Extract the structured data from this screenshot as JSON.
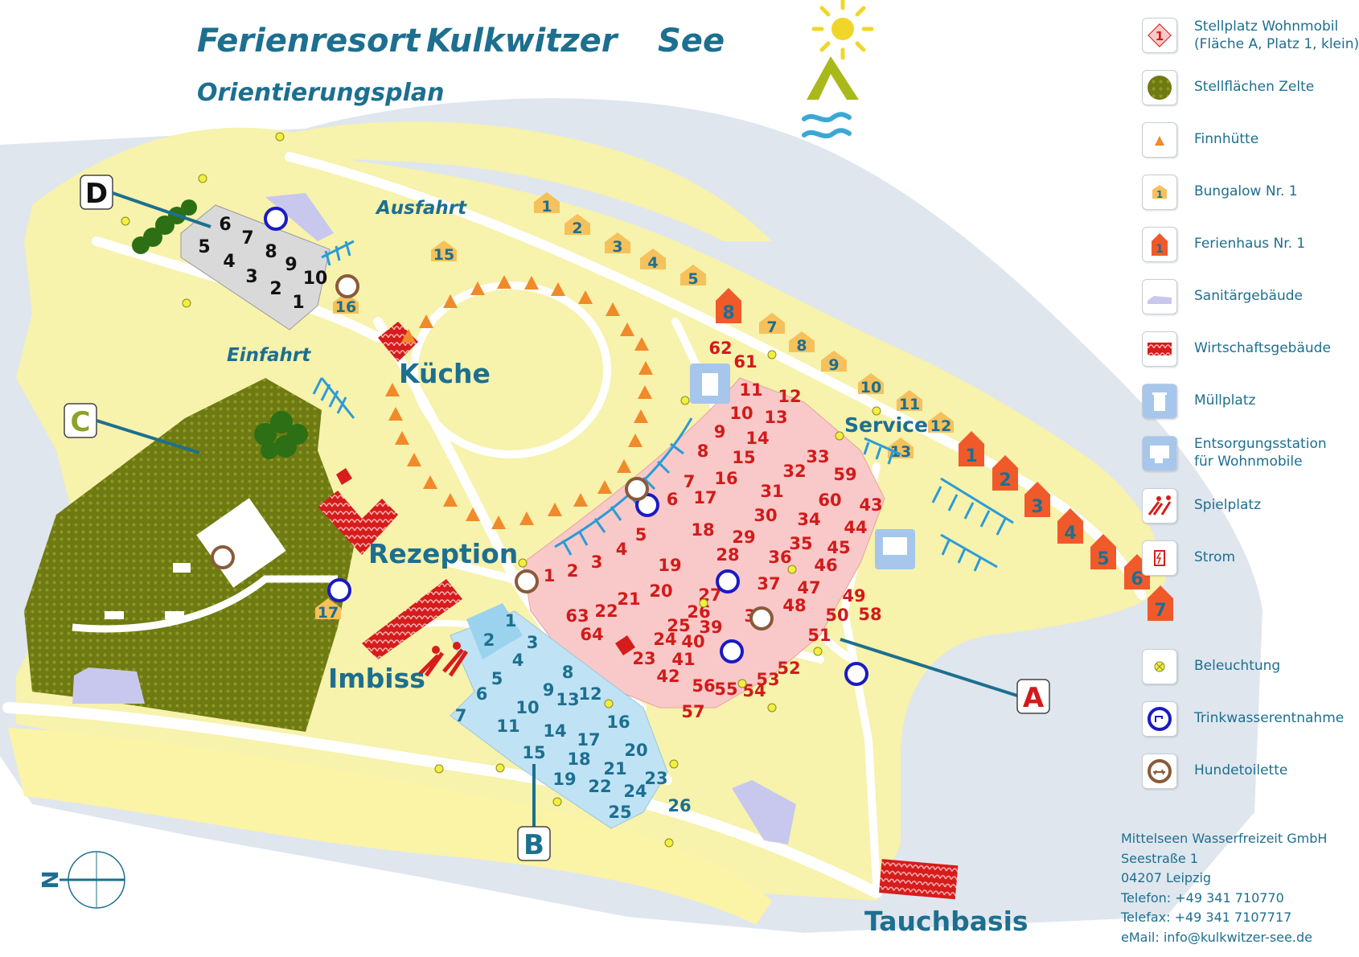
{
  "header": {
    "title_part1": "Ferienresort",
    "title_part2": "Kulkwitzer",
    "title_part3": "See",
    "subtitle": "Orientierungsplan"
  },
  "colors": {
    "water": "#dfe7ee",
    "land": "#f7f3ad",
    "path": "#ffffff",
    "tent_field": "#6f7a12",
    "pitch": "#f8c9c8",
    "bungalow_area": "#bfe3f5",
    "accent_blue": "#1d6f8f",
    "accent_red": "#d11b1b",
    "orange": "#f08a2a"
  },
  "sections": {
    "a": "A",
    "b": "B",
    "c": "C",
    "d": "D"
  },
  "map_labels": {
    "ausfahrt": "Ausfahrt",
    "einfahrt": "Einfahrt",
    "kueche": "Küche",
    "rezeption": "Rezeption",
    "imbiss": "Imbiss",
    "service": "Service",
    "tauchbasis": "Tauchbasis",
    "north": "N"
  },
  "section_d_pitches": [
    "1",
    "2",
    "3",
    "4",
    "5",
    "6",
    "7",
    "8",
    "9",
    "10"
  ],
  "area_a_pitches": [
    "1",
    "2",
    "3",
    "4",
    "5",
    "6",
    "7",
    "8",
    "9",
    "10",
    "11",
    "12",
    "13",
    "14",
    "15",
    "16",
    "17",
    "18",
    "19",
    "20",
    "21",
    "22",
    "23",
    "24",
    "25",
    "26",
    "27",
    "28",
    "29",
    "30",
    "31",
    "32",
    "33",
    "34",
    "35",
    "36",
    "37",
    "38",
    "39",
    "40",
    "41",
    "42",
    "43",
    "44",
    "45",
    "46",
    "47",
    "48",
    "49",
    "50",
    "51",
    "52",
    "53",
    "54",
    "55",
    "56",
    "57",
    "58",
    "59",
    "60",
    "61",
    "62",
    "63",
    "64"
  ],
  "area_b_pitches": [
    "1",
    "2",
    "3",
    "4",
    "5",
    "6",
    "7",
    "8",
    "9",
    "10",
    "11",
    "12",
    "13",
    "14",
    "15",
    "16",
    "17",
    "18",
    "19",
    "20",
    "21",
    "22",
    "23",
    "24",
    "25",
    "26"
  ],
  "bungalows": [
    "1",
    "2",
    "3",
    "4",
    "5",
    "7",
    "8",
    "9",
    "10",
    "11",
    "12",
    "13",
    "15",
    "16",
    "17"
  ],
  "ferienhaeuser": [
    "1",
    "2",
    "3",
    "4",
    "5",
    "6",
    "7",
    "8"
  ],
  "legend": {
    "items": [
      {
        "icon": "motorhome-pitch-icon",
        "label_line1": "Stellplatz Wohnmobil",
        "label_line2": "(Fläche A, Platz 1, klein)",
        "sample": "1"
      },
      {
        "icon": "tent-area-icon",
        "label_line1": "Stellflächen Zelte"
      },
      {
        "icon": "finnhut-icon",
        "label_line1": "Finnhütte"
      },
      {
        "icon": "bungalow-icon",
        "label_line1": "Bungalow Nr. 1",
        "sample": "1"
      },
      {
        "icon": "holiday-house-icon",
        "label_line1": "Ferienhaus Nr. 1",
        "sample": "1"
      },
      {
        "icon": "sanitary-building-icon",
        "label_line1": "Sanitärgebäude"
      },
      {
        "icon": "service-building-icon",
        "label_line1": "Wirtschaftsgebäude"
      },
      {
        "icon": "waste-bin-icon",
        "label_line1": "Müllplatz"
      },
      {
        "icon": "dump-station-icon",
        "label_line1": "Entsorgungsstation",
        "label_line2": "für Wohnmobile"
      },
      {
        "icon": "playground-icon",
        "label_line1": "Spielplatz"
      },
      {
        "icon": "power-icon",
        "label_line1": "Strom"
      },
      {
        "icon": "lighting-icon",
        "label_line1": "Beleuchtung"
      },
      {
        "icon": "drinking-water-icon",
        "label_line1": "Trinkwasserentnahme"
      },
      {
        "icon": "dog-toilet-icon",
        "label_line1": "Hundetoilette"
      }
    ]
  },
  "contact": {
    "company": "Mittelseen Wasserfreizeit GmbH",
    "street": "Seestraße 1",
    "city": "04207 Leipzig",
    "phone": "Telefon: +49 341 710770",
    "fax": "Telefax: +49 341 7107717",
    "email": "eMail: info@kulkwitzer-see.de"
  }
}
